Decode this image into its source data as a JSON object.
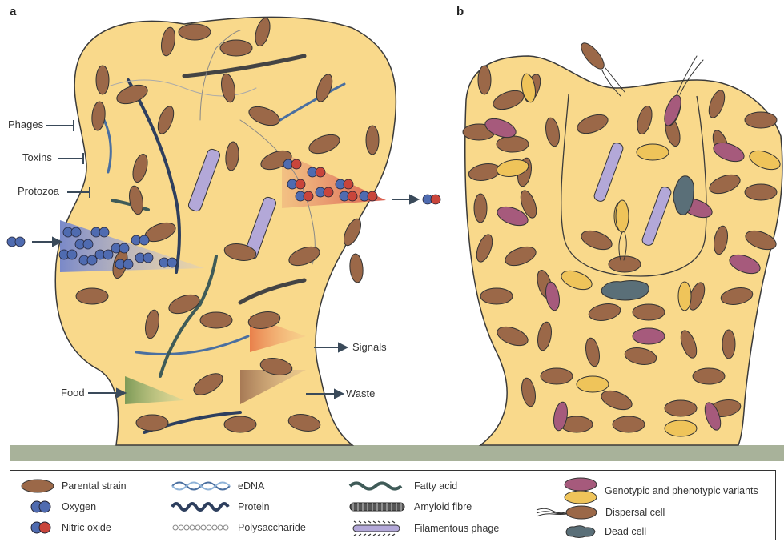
{
  "panels": {
    "a": "a",
    "b": "b"
  },
  "threats": [
    "Phages",
    "Toxins",
    "Protozoa"
  ],
  "flows": {
    "food": "Food",
    "signals": "Signals",
    "waste": "Waste"
  },
  "colors": {
    "biofilm": "#f9d98b",
    "biofilm_outline": "#3a3a3a",
    "parental_strain": "#9b6848",
    "variant_yellow": "#efc45a",
    "variant_purple": "#a65a7c",
    "oxygen": "#4f6bb0",
    "nitric_red": "#c9453b",
    "ground": "#a8b29a",
    "dead_cell": "#5a6f78"
  },
  "legend": [
    {
      "icon": "parental-strain-icon",
      "label": "Parental strain"
    },
    {
      "icon": "oxygen-icon",
      "label": "Oxygen"
    },
    {
      "icon": "nitric-oxide-icon",
      "label": "Nitric oxide"
    },
    {
      "icon": "edna-icon",
      "label": "eDNA"
    },
    {
      "icon": "protein-icon",
      "label": "Protein"
    },
    {
      "icon": "polysaccharide-icon",
      "label": "Polysaccharide"
    },
    {
      "icon": "fatty-acid-icon",
      "label": "Fatty acid"
    },
    {
      "icon": "amyloid-fibre-icon",
      "label": "Amyloid fibre"
    },
    {
      "icon": "filamentous-phage-icon",
      "label": "Filamentous phage"
    },
    {
      "icon": "variants-icon",
      "label": "Genotypic and phenotypic variants"
    },
    {
      "icon": "dispersal-cell-icon",
      "label": "Dispersal cell"
    },
    {
      "icon": "dead-cell-icon",
      "label": "Dead cell"
    }
  ]
}
